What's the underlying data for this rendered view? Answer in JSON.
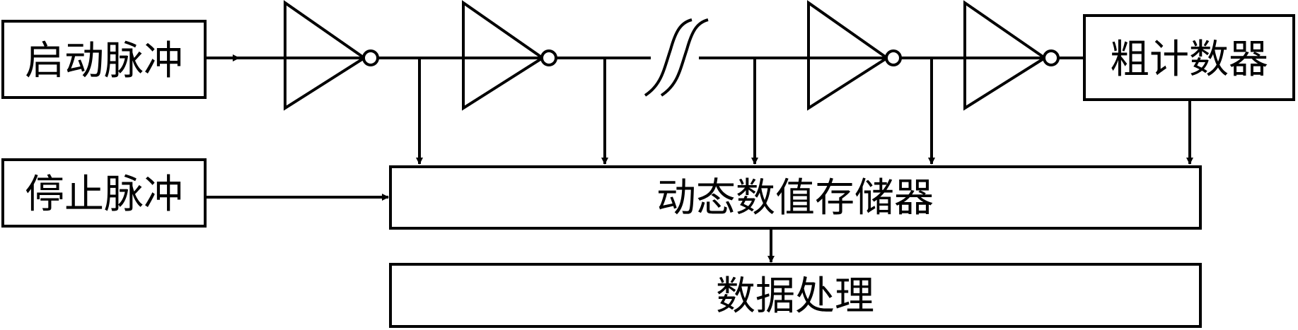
{
  "blocks": {
    "start_pulse": "启动脉冲",
    "stop_pulse": "停止脉冲",
    "coarse_counter": "粗计数器",
    "dynamic_memory": "动态数值存储器",
    "data_processing": "数据处理"
  },
  "colors": {
    "line": "#000000",
    "background": "#ffffff"
  }
}
